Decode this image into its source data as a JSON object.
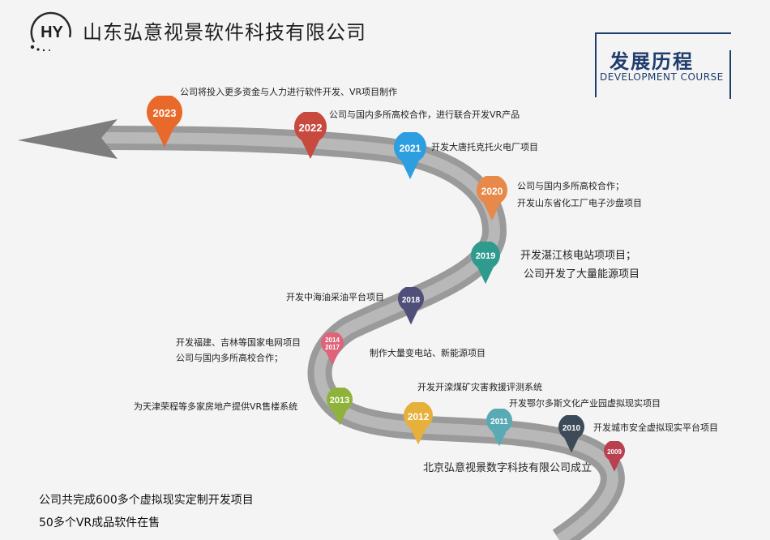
{
  "header": {
    "logo_text": "HY",
    "company_name": "山东弘意视景软件科技有限公司"
  },
  "section_badge": {
    "title_cn": "发展历程",
    "title_en": "DEVELOPMENT COURSE"
  },
  "milestones": [
    {
      "year": "2023",
      "color": "#e8692a",
      "notes": [
        "公司将投入更多资金与人力进行软件开发、VR项目制作"
      ]
    },
    {
      "year": "2022",
      "color": "#c8493d",
      "notes": [
        "公司与国内多所高校合作，进行联合开发VR产品"
      ]
    },
    {
      "year": "2021",
      "color": "#2d9fe0",
      "notes": [
        "开发大唐托克托火电厂项目"
      ]
    },
    {
      "year": "2020",
      "color": "#e8894a",
      "notes": [
        "公司与国内多所高校合作；",
        "开发山东省化工厂电子沙盘项目"
      ]
    },
    {
      "year": "2019",
      "color": "#2f9a8e",
      "notes": [
        "开发湛江核电站项项目；",
        "公司开发了大量能源项目"
      ]
    },
    {
      "year": "2018",
      "color": "#4f4f7a",
      "notes": [
        "开发中海油采油平台项目"
      ]
    },
    {
      "year": "2014\n2017",
      "color": "#e0637a",
      "notes": [
        "开发福建、吉林等国家电网项目",
        "公司与国内多所高校合作；",
        "制作大量变电站、新能源项目"
      ]
    },
    {
      "year": "2013",
      "color": "#8fb33a",
      "notes": [
        "为天津荣程等多家房地产提供VR售楼系统"
      ]
    },
    {
      "year": "2012",
      "color": "#e6b03a",
      "notes": [
        "开发开滦煤矿灾害救援评测系统"
      ]
    },
    {
      "year": "2011",
      "color": "#5aaab6",
      "notes": [
        "开发鄂尔多斯文化产业园虚拟现实项目"
      ]
    },
    {
      "year": "2010",
      "color": "#3d4b59",
      "notes": [
        "开发城市安全虚拟现实平台项目"
      ]
    },
    {
      "year": "2009",
      "color": "#b8404f",
      "notes": [
        "北京弘意视景数字科技有限公司成立"
      ]
    }
  ],
  "summary": {
    "line1": "公司共完成600多个虚拟现实定制开发项目",
    "line2": "50多个VR成品软件在售"
  }
}
